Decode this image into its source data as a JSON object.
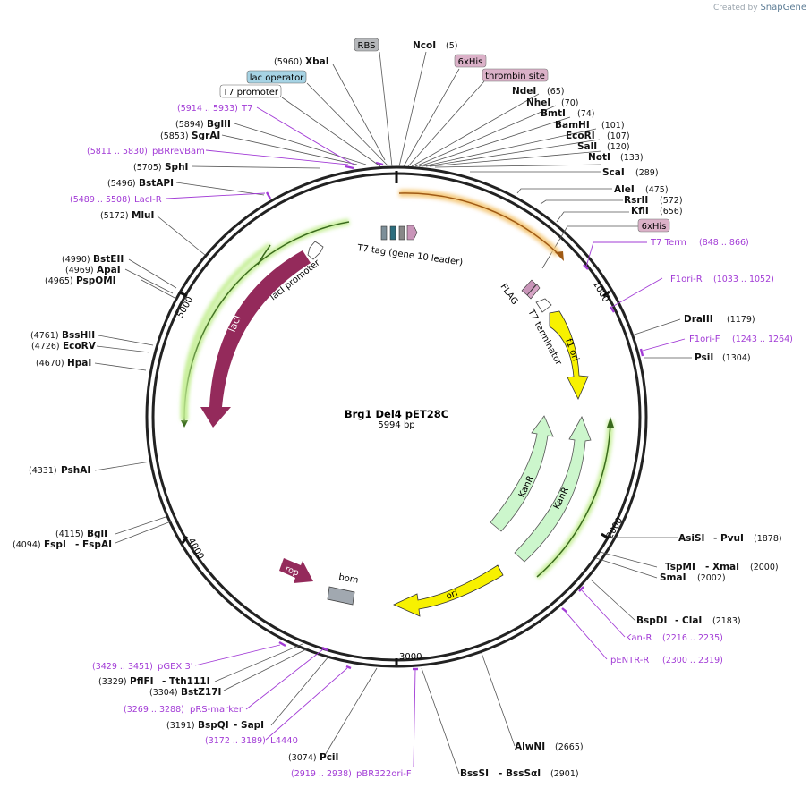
{
  "credit": {
    "prefix": "Created by",
    "brand": "SnapGene"
  },
  "plasmid": {
    "name": "Brg1 Del4 pET28C",
    "length_label": "5994 bp"
  },
  "ruler": [
    "1000",
    "2000",
    "3000",
    "4000",
    "5000"
  ],
  "features": {
    "lacI": "lacI",
    "lacI_promoter": "lacI promoter",
    "rop": "rop",
    "bom": "bom",
    "ori": "ori",
    "kanr_inner": "KanR",
    "kanr_outer": "KanR",
    "f1ori": "f1 ori",
    "t7_terminator": "T7 terminator",
    "flag": "FLAG",
    "t7tag": "T7 tag (gene 10 leader)"
  },
  "boxed_labels": {
    "rbs": "RBS",
    "his_top": "6xHis",
    "thrombin": "thrombin site",
    "lac_operator": "lac operator",
    "t7_promoter": "T7 promoter",
    "his_right": "6xHis"
  },
  "enzymes": {
    "xbaI": {
      "name": "XbaI",
      "pos": "(5960)"
    },
    "ncoI": {
      "name": "NcoI",
      "pos": "(5)"
    },
    "ndeI": {
      "name": "NdeI",
      "pos": "(65)"
    },
    "nheI": {
      "name": "NheI",
      "pos": "(70)"
    },
    "bmtI": {
      "name": "BmtI",
      "pos": "(74)"
    },
    "bamHI": {
      "name": "BamHI",
      "pos": "(101)"
    },
    "ecoRI": {
      "name": "EcoRI",
      "pos": "(107)"
    },
    "salI": {
      "name": "SalI",
      "pos": "(120)"
    },
    "notI": {
      "name": "NotI",
      "pos": "(133)"
    },
    "scaI": {
      "name": "ScaI",
      "pos": "(289)"
    },
    "aleI": {
      "name": "AleI",
      "pos": "(475)"
    },
    "rsrII": {
      "name": "RsrII",
      "pos": "(572)"
    },
    "kflI": {
      "name": "KflI",
      "pos": "(656)"
    },
    "draIII": {
      "name": "DraIII",
      "pos": "(1179)"
    },
    "psiI": {
      "name": "PsiI",
      "pos": "(1304)"
    },
    "asiSI": {
      "name": "AsiSI",
      "name2": "- PvuI",
      "pos": "(1878)"
    },
    "tspMI": {
      "name": "TspMI",
      "name2": "- XmaI",
      "pos": "(2000)"
    },
    "smaI": {
      "name": "SmaI",
      "pos": "(2002)"
    },
    "bspDI": {
      "name": "BspDI",
      "name2": "- ClaI",
      "pos": "(2183)"
    },
    "alwNI": {
      "name": "AlwNI",
      "pos": "(2665)"
    },
    "bssSI": {
      "name": "BssSI",
      "name2": "- BssSαI",
      "pos": "(2901)"
    },
    "pciI": {
      "name": "PciI",
      "pos": "(3074)"
    },
    "bspQI": {
      "name": "BspQI",
      "name2": "- SapI",
      "pos": "(3191)"
    },
    "bstZ17I": {
      "name": "BstZ17I",
      "pos": "(3304)"
    },
    "pflFI": {
      "name": "PflFI",
      "name2": "- Tth111I",
      "pos": "(3329)"
    },
    "fspI": {
      "name": "FspI",
      "name2": "- FspAI",
      "pos": "(4094)"
    },
    "bglI": {
      "name": "BglI",
      "pos": "(4115)"
    },
    "pshAI": {
      "name": "PshAI",
      "pos": "(4331)"
    },
    "hpaI": {
      "name": "HpaI",
      "pos": "(4670)"
    },
    "ecoRV": {
      "name": "EcoRV",
      "pos": "(4726)"
    },
    "bssHII": {
      "name": "BssHII",
      "pos": "(4761)"
    },
    "pspOMI": {
      "name": "PspOMI",
      "pos": "(4965)"
    },
    "apaI": {
      "name": "ApaI",
      "pos": "(4969)"
    },
    "bstEII": {
      "name": "BstEII",
      "pos": "(4990)"
    },
    "mluI": {
      "name": "MluI",
      "pos": "(5172)"
    },
    "bstAPI": {
      "name": "BstAPI",
      "pos": "(5496)"
    },
    "sphI": {
      "name": "SphI",
      "pos": "(5705)"
    },
    "sgrAI": {
      "name": "SgrAI",
      "pos": "(5853)"
    },
    "bglII": {
      "name": "BglII",
      "pos": "(5894)"
    }
  },
  "primers": {
    "t7": {
      "name": "T7",
      "pos": "(5914 .. 5933)"
    },
    "pbrrevbam": {
      "name": "pBRrevBam",
      "pos": "(5811 .. 5830)"
    },
    "laciR": {
      "name": "LacI-R",
      "pos": "(5489 .. 5508)"
    },
    "t7term": {
      "name": "T7 Term",
      "pos": "(848 .. 866)"
    },
    "f1oriR": {
      "name": "F1ori-R",
      "pos": "(1033 .. 1052)"
    },
    "f1oriF": {
      "name": "F1ori-F",
      "pos": "(1243 .. 1264)"
    },
    "kanR": {
      "name": "Kan-R",
      "pos": "(2216 .. 2235)"
    },
    "pentrR": {
      "name": "pENTR-R",
      "pos": "(2300 .. 2319)"
    },
    "pgex3": {
      "name": "pGEX 3'",
      "pos": "(3429 .. 3451)"
    },
    "prsmarker": {
      "name": "pRS-marker",
      "pos": "(3269 .. 3288)"
    },
    "l4440": {
      "name": "L4440",
      "pos": "(3172 .. 3189)"
    },
    "pbr322oriF": {
      "name": "pBR322ori-F",
      "pos": "(2919 .. 2938)"
    }
  }
}
